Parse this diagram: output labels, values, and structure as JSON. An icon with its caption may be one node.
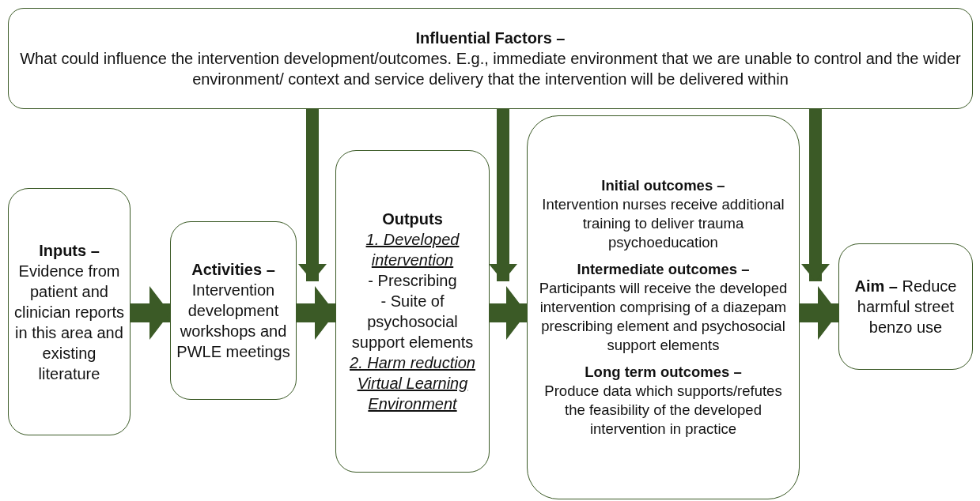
{
  "diagram": {
    "nodes": [
      {
        "text": [
          "Influential Factors –",
          "What could influence the intervention development/outcomes. E.g., immediate environment that we are unable to control and the wider environment/ context and service delivery that the intervention will be delivered within"
        ]
      },
      {
        "text": [
          "**Inputs –** Evidence from patient and clinician reports in this area and existing literature"
        ]
      },
      {
        "text": [
          "**Activities –** Intervention development workshops and PWLE meetings"
        ]
      },
      {
        "text": [
          "Outputs",
          "1. Developed intervention",
          "- Prescribing",
          "- Suite of psychosocial support elements",
          "2. Harm reduction Virtual Learning Environment"
        ]
      },
      {
        "text": [
          "Initial outcomes –",
          "Intervention nurses receive additional training to deliver trauma psychoeducation",
          "Intermediate outcomes –",
          "Participants will receive the developed intervention comprising of a diazepam prescribing element and psychosocial support elements",
          "Long term outcomes –",
          "Produce data which supports/refutes the feasibility of the developed  intervention in practice"
        ]
      },
      {
        "text": [
          "**Aim –** Reduce harmful street benzo use"
        ]
      }
    ],
    "edges": [
      {
        "from": 1,
        "to": 2,
        "arrow": "to"
      },
      {
        "from": 2,
        "to": 3,
        "arrow": "to"
      },
      {
        "from": 3,
        "to": 4,
        "arrow": "to"
      },
      {
        "from": 4,
        "to": 5,
        "arrow": "to"
      },
      {
        "from": 0,
        "to": 2,
        "arrow": "to"
      },
      {
        "from": 0,
        "to": 3,
        "arrow": "to"
      },
      {
        "from": 0,
        "to": 5,
        "arrow": "to"
      }
    ]
  }
}
